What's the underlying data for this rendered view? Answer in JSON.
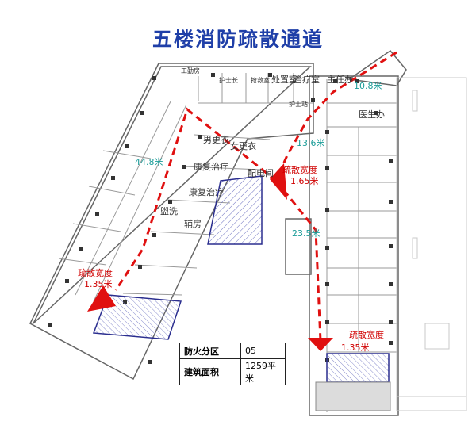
{
  "title": "五楼消防疏散通道",
  "rooms": {
    "workroom": "工勤房",
    "nurse_chief": "护士长",
    "treat_disposal": "处置室",
    "rescue_room": "抢救室",
    "treatment_room": "治疗室",
    "director": "主任办",
    "nurse_station": "护士站",
    "doctor_office": "医生办",
    "male_locker": "男更衣",
    "female_locker": "女更衣",
    "rehab_1": "康复治疗",
    "rehab_2": "康复治疗",
    "power_room": "配电间",
    "washroom": "盥洗",
    "aux_room": "辅房"
  },
  "distances": {
    "left_corridor": "44.8米",
    "top_right": "10.8米",
    "mid_right": "13.6米",
    "lower_right": "23.5米"
  },
  "exit_labels": {
    "left": {
      "label": "疏散宽度",
      "width": "1.35米"
    },
    "center": {
      "label": "疏散宽度",
      "width": "1.65米"
    },
    "right": {
      "label": "疏散宽度",
      "width": "1.35米"
    }
  },
  "info": {
    "zone_label": "防火分区",
    "zone_value": "05",
    "area_label": "建筑面积",
    "area_value": "1259平米"
  },
  "colors": {
    "title": "#1f3fa8",
    "route": "#e01010",
    "distance_text": "#1a9c98",
    "stair_outline": "#2b2e8f",
    "wall": "#555555"
  }
}
